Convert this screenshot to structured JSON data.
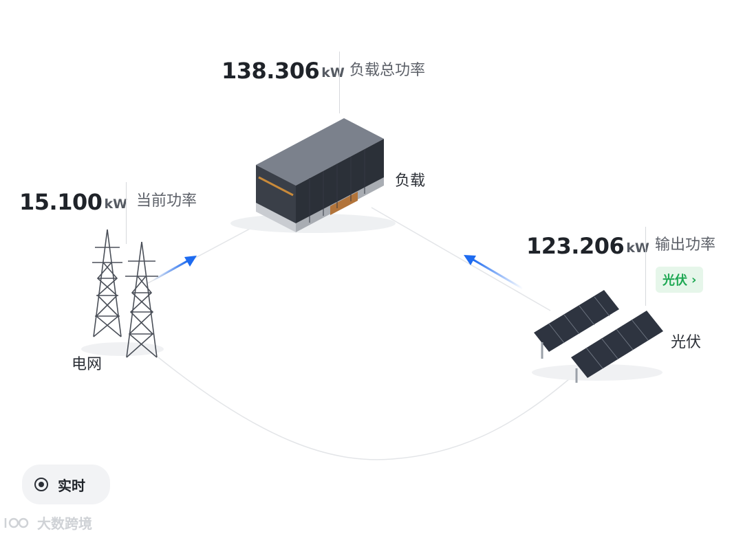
{
  "load": {
    "value": "138.306",
    "unit": "kW",
    "label": "负载总功率",
    "node_label": "负载"
  },
  "grid": {
    "value": "15.100",
    "unit": "kW",
    "label": "当前功率",
    "node_label": "电网"
  },
  "pv": {
    "value": "123.206",
    "unit": "kW",
    "label": "输出功率",
    "chip_label": "光伏",
    "chip_arrow": "›",
    "node_label": "光伏"
  },
  "controls": {
    "realtime_label": "实时"
  },
  "watermark": {
    "text": "大数跨境"
  },
  "colors": {
    "flow_arrow": "#1e6bf0",
    "chip_bg": "#e6f6ea",
    "chip_text": "#1ea853",
    "panel": "#2e3440"
  },
  "icons": {
    "grid": "power-tower-icon",
    "load": "building-icon",
    "pv": "solar-panel-icon",
    "radio": "radio-icon",
    "chip_arrow": "chevron-right-icon"
  }
}
